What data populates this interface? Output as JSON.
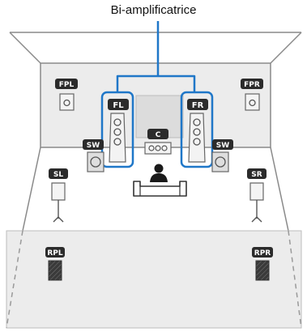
{
  "diagram": {
    "title": "Bi-amplificatrice",
    "accent_color": "#1f77c8",
    "badge_color": "#2b2b2b",
    "speakers": {
      "fpl": "FPL",
      "fpr": "FPR",
      "fl": "FL",
      "fr": "FR",
      "c": "C",
      "sw_left": "SW",
      "sw_right": "SW",
      "sl": "SL",
      "sr": "SR",
      "rpl": "RPL",
      "rpr": "RPR"
    }
  }
}
